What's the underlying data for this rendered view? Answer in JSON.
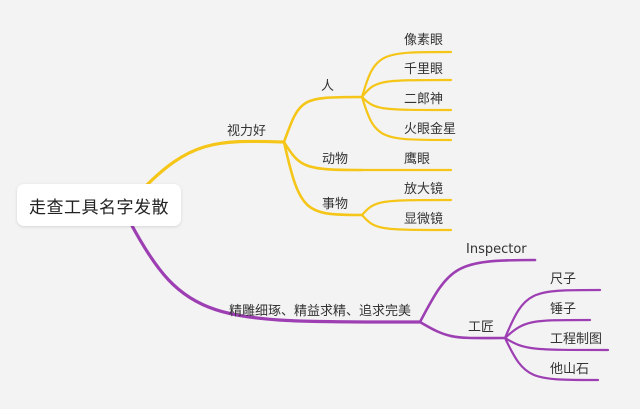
{
  "colors": {
    "background": "#f3f3f3",
    "branch_yellow": "#f5c518",
    "branch_purple": "#9d3fb3",
    "text": "#333333"
  },
  "root": {
    "label": "走查工具名字发散"
  },
  "branches": [
    {
      "label": "视力好",
      "color": "yellow",
      "children": [
        {
          "label": "人",
          "children": [
            "像素眼",
            "千里眼",
            "二郎神",
            "火眼金星"
          ]
        },
        {
          "label": "动物",
          "children": [
            "鹰眼"
          ]
        },
        {
          "label": "事物",
          "children": [
            "放大镜",
            "显微镜"
          ]
        }
      ]
    },
    {
      "label": "精雕细琢、精益求精、追求完美",
      "color": "purple",
      "children": [
        {
          "label": "Inspector",
          "children": []
        },
        {
          "label": "工匠",
          "children": [
            "尺子",
            "锤子",
            "工程制图",
            "他山石"
          ]
        }
      ]
    }
  ]
}
